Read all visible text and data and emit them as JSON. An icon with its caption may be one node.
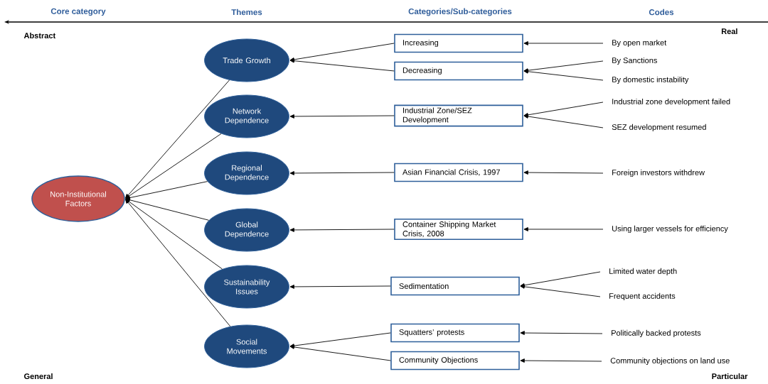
{
  "diagram": {
    "nodes": [
      {
        "text": [
          "Non-Institutional Factors"
        ]
      },
      {
        "text": [
          "Trade Growth"
        ]
      },
      {
        "text": [
          "Network Dependence"
        ]
      },
      {
        "text": [
          "Regional Dependence"
        ]
      },
      {
        "text": [
          "Global Dependence"
        ]
      },
      {
        "text": [
          "Sustainability Issues"
        ]
      },
      {
        "text": [
          "Social Movements"
        ]
      },
      {
        "text": [
          "Increasing"
        ]
      },
      {
        "text": [
          "Decreasing"
        ]
      },
      {
        "text": [
          "Industrial Zone/SEZ Development"
        ]
      },
      {
        "text": [
          "Asian Financial Crisis, 1997"
        ]
      },
      {
        "text": [
          "Container Shipping Market Crisis, 2008"
        ]
      },
      {
        "text": [
          "Sedimentation"
        ]
      },
      {
        "text": [
          "Squatters’ protests"
        ]
      },
      {
        "text": [
          "Community Objections"
        ]
      },
      {
        "text": [
          "By open market"
        ]
      },
      {
        "text": [
          "By Sanctions"
        ]
      },
      {
        "text": [
          "By domestic instability"
        ]
      },
      {
        "text": [
          "Industrial zone development failed"
        ]
      },
      {
        "text": [
          "SEZ development resumed"
        ]
      },
      {
        "text": [
          "Foreign investors withdrew"
        ]
      },
      {
        "text": [
          "Using larger vessels for efficiency"
        ]
      },
      {
        "text": [
          "Limited water depth"
        ]
      },
      {
        "text": [
          "Frequent accidents"
        ]
      },
      {
        "text": [
          "Politically backed protests"
        ]
      },
      {
        "text": [
          "Community objections on land use"
        ]
      }
    ],
    "edges": [
      {
        "from": 1,
        "to": 0,
        "arrow": "to"
      },
      {
        "from": 2,
        "to": 0,
        "arrow": "to"
      },
      {
        "from": 3,
        "to": 0,
        "arrow": "to"
      },
      {
        "from": 4,
        "to": 0,
        "arrow": "to"
      },
      {
        "from": 5,
        "to": 0,
        "arrow": "to"
      },
      {
        "from": 6,
        "to": 0,
        "arrow": "to"
      },
      {
        "from": 7,
        "to": 1,
        "arrow": "to"
      },
      {
        "from": 8,
        "to": 1,
        "arrow": "to"
      },
      {
        "from": 9,
        "to": 2,
        "arrow": "to"
      },
      {
        "from": 10,
        "to": 3,
        "arrow": "to"
      },
      {
        "from": 11,
        "to": 4,
        "arrow": "to"
      },
      {
        "from": 12,
        "to": 5,
        "arrow": "to"
      },
      {
        "from": 13,
        "to": 6,
        "arrow": "to"
      },
      {
        "from": 14,
        "to": 6,
        "arrow": "to"
      },
      {
        "from": 15,
        "to": 7,
        "arrow": "to"
      },
      {
        "from": 16,
        "to": 8,
        "arrow": "to"
      },
      {
        "from": 17,
        "to": 8,
        "arrow": "to"
      },
      {
        "from": 18,
        "to": 9,
        "arrow": "to"
      },
      {
        "from": 19,
        "to": 9,
        "arrow": "to"
      },
      {
        "from": 20,
        "to": 10,
        "arrow": "to"
      },
      {
        "from": 21,
        "to": 11,
        "arrow": "to"
      },
      {
        "from": 22,
        "to": 12,
        "arrow": "to"
      },
      {
        "from": 23,
        "to": 12,
        "arrow": "to"
      },
      {
        "from": 24,
        "to": 13,
        "arrow": "to"
      },
      {
        "from": 25,
        "to": 14,
        "arrow": "to"
      }
    ],
    "labels": [
      "Core category",
      "Themes",
      "Categories/Sub-categories",
      "Codes",
      "Abstract",
      "Real",
      "General",
      "Particular"
    ]
  }
}
